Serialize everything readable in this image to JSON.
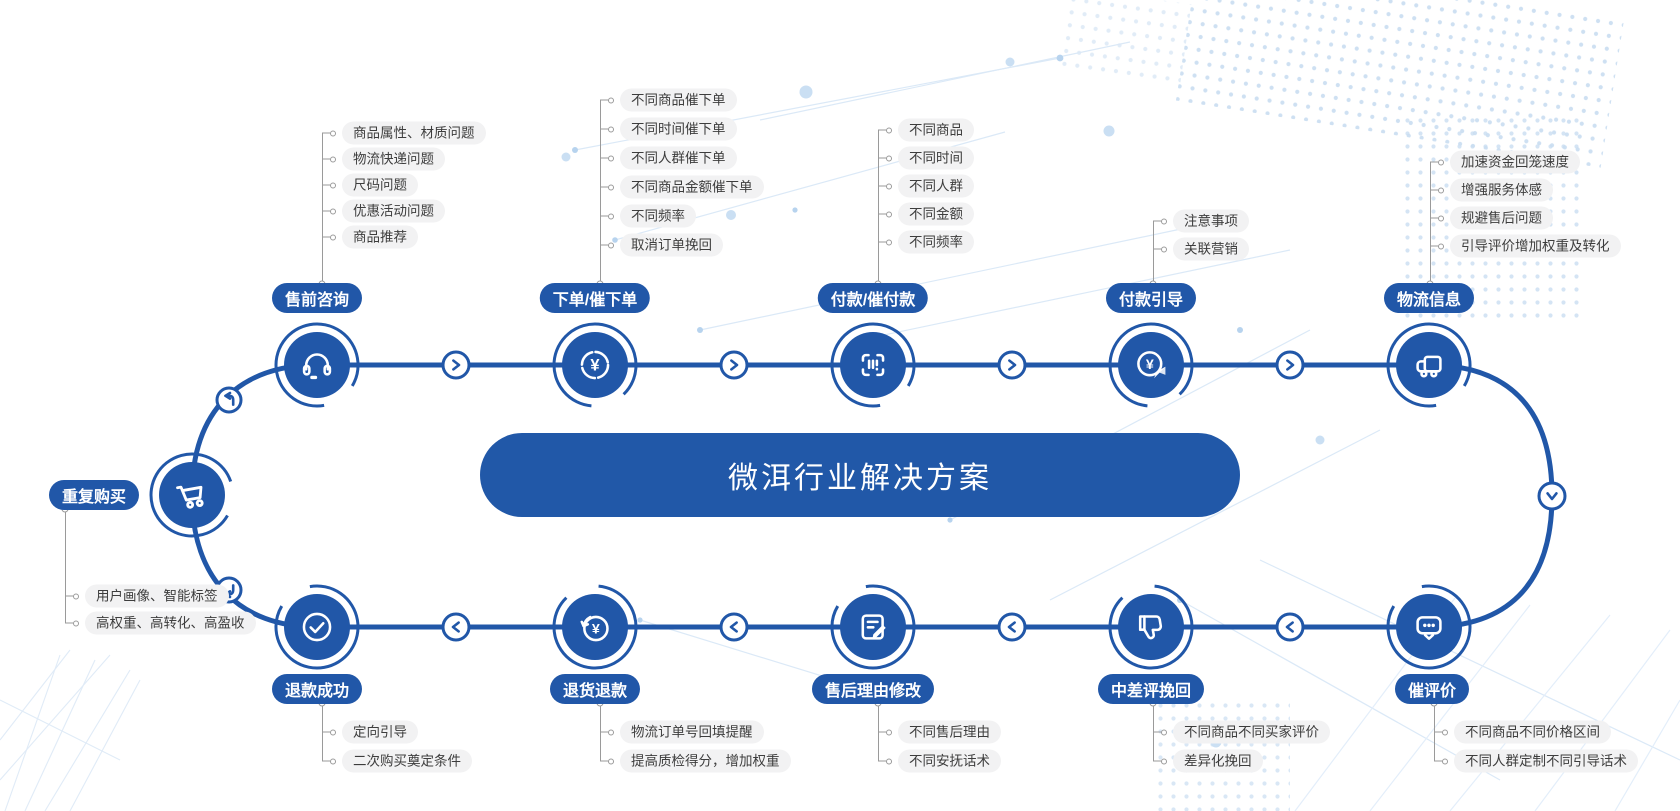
{
  "title": "微洱行业解决方案",
  "colors": {
    "primary": "#2157A8",
    "banner": "#2158A8",
    "callout_bg": "#F2F2F3",
    "callout_text": "#3D3D3D",
    "connector_gray": "#9A9A9A",
    "decor_dot": "#C9DDF1",
    "decor_line": "#DBE9F7"
  },
  "stages": {
    "pre_sale": {
      "label": "售前咨询",
      "icon": "headset-icon",
      "items": [
        "商品属性、材质问题",
        "物流快递问题",
        "尺码问题",
        "优惠活动问题",
        "商品推荐"
      ]
    },
    "order": {
      "label": "下单/催下单",
      "icon": "yen-coin-icon",
      "items": [
        "不同商品催下单",
        "不同时间催下单",
        "不同人群催下单",
        "不同商品金额催下单",
        "不同频率",
        "取消订单挽回"
      ]
    },
    "payment": {
      "label": "付款/催付款",
      "icon": "scan-code-icon",
      "items": [
        "不同商品",
        "不同时间",
        "不同人群",
        "不同金额",
        "不同频率"
      ]
    },
    "payment_guide": {
      "label": "付款引导",
      "icon": "yen-send-icon",
      "items": [
        "注意事项",
        "关联营销"
      ]
    },
    "logistics": {
      "label": "物流信息",
      "icon": "truck-icon",
      "items": [
        "加速资金回笼速度",
        "增强服务体感",
        "规避售后问题",
        "引导评价增加权重及转化"
      ]
    },
    "urge_review": {
      "label": "催评价",
      "icon": "chat-bubble-icon",
      "items": [
        "不同商品不同价格区间",
        "不同人群定制不同引导话术"
      ]
    },
    "bad_review": {
      "label": "中差评挽回",
      "icon": "thumbs-down-icon",
      "items": [
        "不同商品不同买家评价",
        "差异化挽回"
      ]
    },
    "aftersale_reason": {
      "label": "售后理由修改",
      "icon": "edit-note-icon",
      "items": [
        "不同售后理由",
        "不同安抚话术"
      ]
    },
    "return_refund": {
      "label": "退货退款",
      "icon": "yen-return-icon",
      "items": [
        "物流订单号回填提醒",
        "提高质检得分，增加权重"
      ]
    },
    "refund_success": {
      "label": "退款成功",
      "icon": "check-circle-icon",
      "items": [
        "定向引导",
        "二次购买奠定条件"
      ]
    },
    "repeat_purchase": {
      "label": "重复购买",
      "icon": "cart-icon",
      "items": [
        "用户画像、智能标签",
        "高权重、高转化、高盈收"
      ]
    }
  }
}
